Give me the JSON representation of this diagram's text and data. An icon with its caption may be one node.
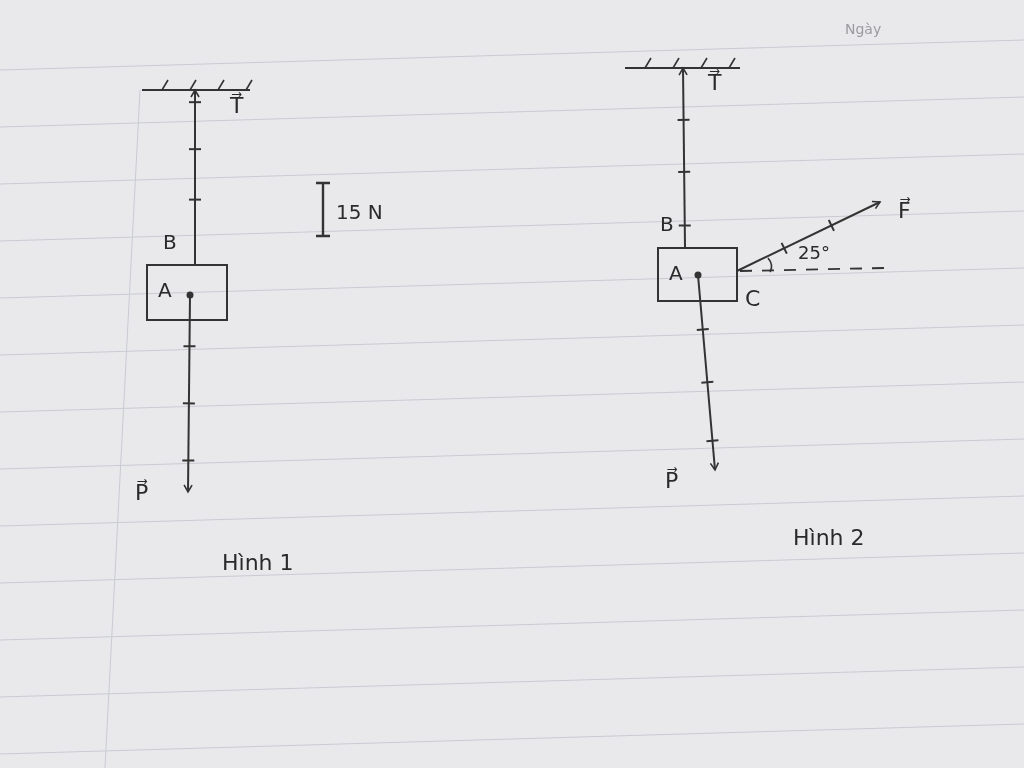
{
  "diagram": {
    "nodes": [
      {
        "text": [
          "A"
        ]
      },
      {
        "text": [
          "A"
        ]
      }
    ],
    "labels": [
      "Ngày",
      "T⃗",
      "15 N",
      "B",
      "P⃗",
      "Hình 1",
      "T⃗",
      "B",
      "F⃗",
      "25°",
      "C",
      "P⃗",
      "Hình 2"
    ]
  }
}
